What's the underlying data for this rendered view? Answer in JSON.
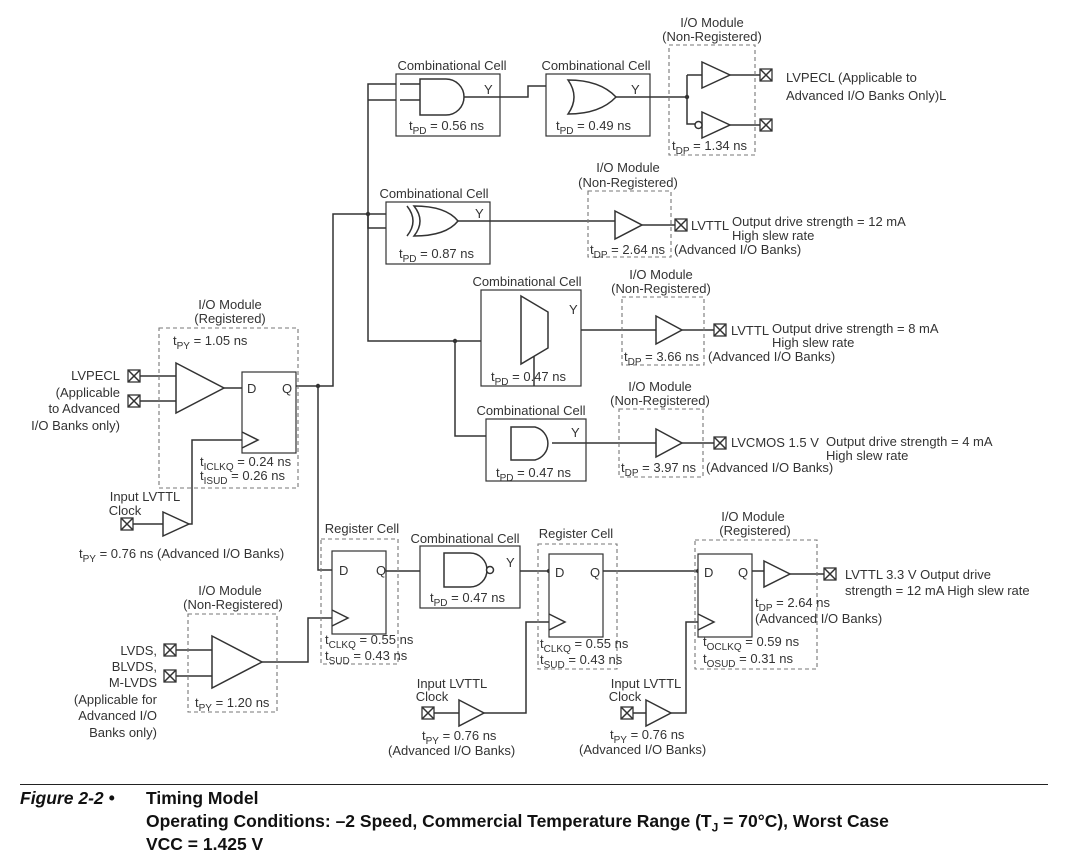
{
  "modules": {
    "io_non_reg_top": {
      "title1": "I/O Module",
      "title2": "(Non-Registered)",
      "out1_a": "LVPECL (Applicable to",
      "out1_b": "Advanced I/O Banks Only)L",
      "t_sym": "t",
      "t_sub": "DP",
      "t_val": " = 1.34 ns"
    },
    "io_non_reg_lvttl12": {
      "title1": "I/O Module",
      "title2": "(Non-Registered)",
      "pad": "LVTTL",
      "drive": "Output drive strength = 12 mA",
      "slew": "High slew rate",
      "t_sym": "t",
      "t_sub": "DP",
      "t_val": " = 2.64 ns",
      "bank": "(Advanced I/O Banks)"
    },
    "io_non_reg_lvttl8": {
      "title1": "I/O Module",
      "title2": "(Non-Registered)",
      "pad": "LVTTL",
      "drive": "Output drive strength = 8 mA",
      "slew": "High slew rate",
      "t_sym": "t",
      "t_sub": "DP",
      "t_val": " = 3.66 ns",
      "bank": "(Advanced I/O Banks)"
    },
    "io_non_reg_lvcmos": {
      "title1": "I/O Module",
      "title2": "(Non-Registered)",
      "pad": "LVCMOS 1.5 V",
      "drive": "Output drive strength = 4 mA",
      "slew": "High slew rate",
      "t_sym": "t",
      "t_sub": "DP",
      "t_val": " = 3.97 ns",
      "bank": "(Advanced I/O Banks)"
    },
    "io_reg_in": {
      "title1": "I/O Module",
      "title2": "(Registered)",
      "py_sym": "t",
      "py_sub": "PY",
      "py_val": " = 1.05 ns",
      "clkq_sym": "t",
      "clkq_sub": "ICLKQ",
      "clkq_val": " = 0.24 ns",
      "sud_sym": "t",
      "sud_sub": "ISUD",
      "sud_val": " = 0.26 ns",
      "in_a": "LVPECL",
      "in_b": "(Applicable",
      "in_c": "to Advanced",
      "in_d": "I/O Banks only)"
    },
    "io_non_reg_lvds": {
      "title1": "I/O Module",
      "title2": "(Non-Registered)",
      "py_sym": "t",
      "py_sub": "PY",
      "py_val": " = 1.20 ns",
      "in_a": "LVDS,",
      "in_b": "BLVDS,",
      "in_c": "M-LVDS",
      "in_d": "(Applicable for",
      "in_e": "Advanced I/O",
      "in_f": "Banks only)"
    },
    "io_reg_out": {
      "title1": "I/O Module",
      "title2": "(Registered)",
      "out_a": "LVTTL 3.3 V Output drive",
      "out_b": "strength = 12 mA High slew rate",
      "dp_sym": "t",
      "dp_sub": "DP",
      "dp_val": " = 2.64 ns",
      "bank": "(Advanced I/O Banks)",
      "oclkq_sym": "t",
      "oclkq_sub": "OCLKQ",
      "oclkq_val": " = 0.59 ns",
      "osud_sym": "t",
      "osud_sub": "OSUD",
      "osud_val": " = 0.31 ns"
    }
  },
  "cells": {
    "and_top": {
      "title": "Combinational Cell",
      "y": "Y",
      "t_sym": "t",
      "t_sub": "PD",
      "t_val": " = 0.56 ns"
    },
    "or_top": {
      "title": "Combinational Cell",
      "y": "Y",
      "t_sym": "t",
      "t_sub": "PD",
      "t_val": " = 0.49 ns"
    },
    "xor": {
      "title": "Combinational Cell",
      "y": "Y",
      "t_sym": "t",
      "t_sub": "PD",
      "t_val": " = 0.87 ns"
    },
    "mux": {
      "title": "Combinational Cell",
      "y": "Y",
      "t_sym": "t",
      "t_sub": "PD",
      "t_val": " = 0.47 ns"
    },
    "and_mid": {
      "title": "Combinational Cell",
      "y": "Y",
      "t_sym": "t",
      "t_sub": "PD",
      "t_val": " = 0.47 ns"
    },
    "nand": {
      "title": "Combinational Cell",
      "y": "Y",
      "t_sym": "t",
      "t_sub": "PD",
      "t_val": " = 0.47 ns"
    }
  },
  "registers": {
    "reg1": {
      "title": "Register Cell",
      "d": "D",
      "q": "Q",
      "clkq_sym": "t",
      "clkq_sub": "CLKQ",
      "clkq_val": " = 0.55 ns",
      "sud_sym": "t",
      "sud_sub": "SUD",
      "sud_val": " = 0.43 ns"
    },
    "reg2": {
      "title": "Register Cell",
      "d": "D",
      "q": "Q",
      "clkq_sym": "t",
      "clkq_sub": "CLKQ",
      "clkq_val": " = 0.55 ns",
      "sud_sym": "t",
      "sud_sub": "SUD",
      "sud_val": " = 0.43 ns"
    },
    "ioreg_in_d": "D",
    "ioreg_in_q": "Q",
    "ioreg_out_d": "D",
    "ioreg_out_q": "Q"
  },
  "clocks": {
    "clk1": {
      "title1": "Input LVTTL",
      "title2": "Clock",
      "t_sym": "t",
      "t_sub": "PY",
      "t_val": " = 0.76 ns (Advanced I/O Banks)"
    },
    "clk2": {
      "title1": "Input LVTTL",
      "title2": "Clock",
      "t_sym": "t",
      "t_sub": "PY",
      "t_val": " = 0.76 ns",
      "bank": "(Advanced I/O Banks)"
    },
    "clk3": {
      "title1": "Input LVTTL",
      "title2": "Clock",
      "t_sym": "t",
      "t_sub": "PY",
      "t_val": " = 0.76 ns",
      "bank": "(Advanced I/O Banks)"
    }
  },
  "caption": {
    "label": "Figure 2-2 •",
    "line1": "Timing Model",
    "line2_a": "Operating Conditions: –2 Speed, Commercial Temperature Range (T",
    "line2_sub": "J",
    "line2_b": " = 70°C), Worst Case",
    "line3": "VCC = 1.425 V"
  }
}
